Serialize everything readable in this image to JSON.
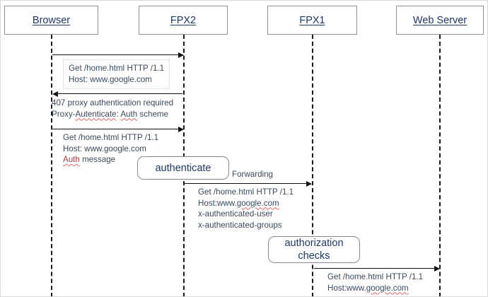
{
  "diagram": {
    "title": "HTTP proxy authentication sequence diagram",
    "type": "sequence-diagram",
    "colors": {
      "actor_label": "#1f3864",
      "message_text": "#3b4a5a",
      "lifeline": "#1a1a1a",
      "arrow": "#111111",
      "spellcheck_underline": "#e06666",
      "box_border": "#8f8f8f"
    },
    "actors": [
      {
        "id": "browser",
        "label": "Browser"
      },
      {
        "id": "fpx2",
        "label": "FPX2"
      },
      {
        "id": "fpx1",
        "label": "FPX1"
      },
      {
        "id": "webserver",
        "label": "Web Server"
      }
    ],
    "messages": [
      {
        "id": "m1",
        "from": "browser",
        "to": "fpx2",
        "direction": "right",
        "boxed": true,
        "lines": [
          "Get /home.html HTTP /1.1",
          "Host: www.google.com"
        ]
      },
      {
        "id": "m2",
        "from": "fpx2",
        "to": "browser",
        "direction": "left",
        "boxed": false,
        "lines": [
          "407 proxy authentication required",
          "Proxy-Autenticate: Auth scheme"
        ],
        "line1": "407 proxy authentication required",
        "line2_a": "Proxy-",
        "line2_b": "Autenticate",
        "line2_c": ": ",
        "line2_d": "Auth",
        "line2_e": " scheme"
      },
      {
        "id": "m3",
        "from": "browser",
        "to": "fpx2",
        "direction": "right",
        "boxed": false,
        "lines": [
          "Get /home.html HTTP /1.1",
          "Host: www.google.com",
          "Auth message"
        ],
        "line1": "Get /home.html HTTP /1.1",
        "line2": "Host: www.google.com",
        "line3_a": "Auth",
        "line3_b": " message"
      },
      {
        "id": "m4",
        "from": "fpx2",
        "to": "fpx1",
        "direction": "right",
        "boxed": false,
        "label": "Forwarding",
        "lines": [
          "Get /home.html HTTP /1.1",
          "Host:www.google.com",
          "x-authenticated-user",
          "x-authenticated-groups"
        ],
        "line1": "Get /home.html HTTP /1.1",
        "line2_a": "Host:www.",
        "line2_b": "google.com",
        "line3": "x-authenticated-user",
        "line4": "x-authenticated-groups"
      },
      {
        "id": "m5",
        "from": "fpx1",
        "to": "webserver",
        "direction": "right",
        "boxed": false,
        "lines": [
          "Get /home.html HTTP /1.1",
          "Host:www.google.com"
        ],
        "line1": "Get /home.html HTTP /1.1",
        "line2_a": "Host:www.",
        "line2_b": "google.com"
      }
    ],
    "processes": [
      {
        "id": "p1",
        "on": "fpx2",
        "line1": "authenticate",
        "line2": ""
      },
      {
        "id": "p2",
        "on": "fpx1",
        "line1": "authorization",
        "line2": "checks"
      }
    ],
    "labels": {
      "forwarding": "Forwarding"
    }
  }
}
